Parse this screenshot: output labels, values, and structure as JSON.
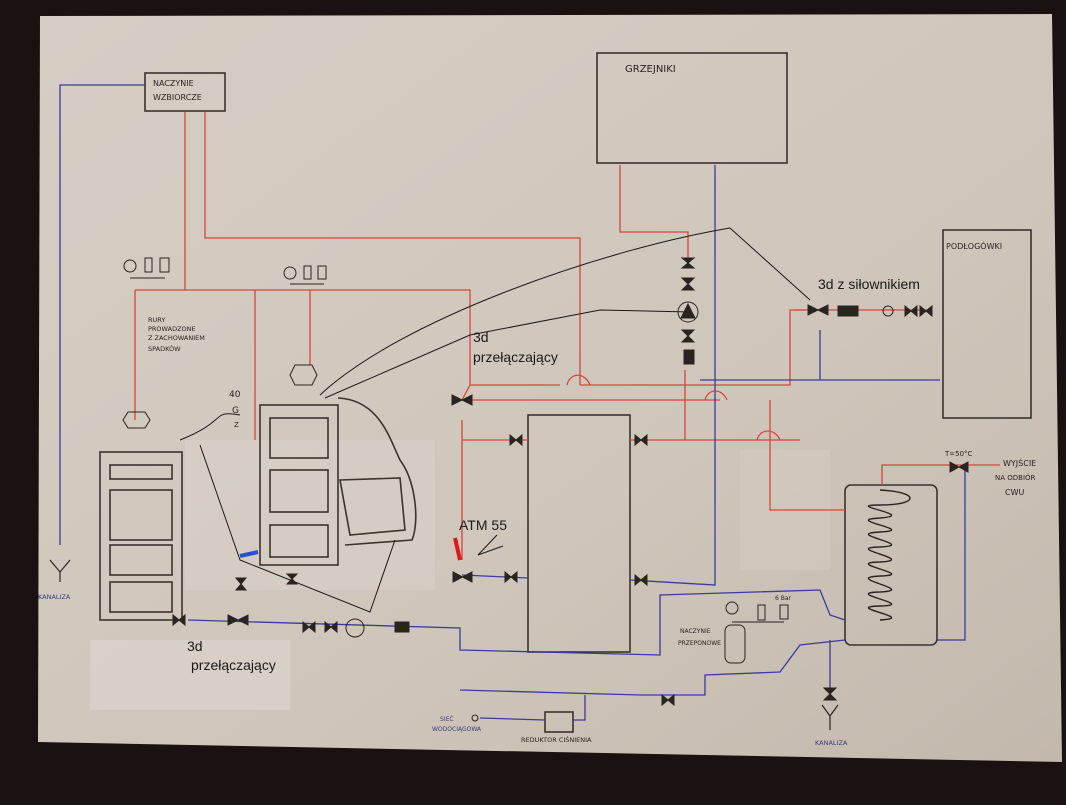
{
  "title": "Hand-drawn heating system schematic",
  "colors": {
    "background": "#1a1210",
    "paper": "#cfc6bb",
    "ink": "#2a2420",
    "hot_pipe": "#d8453a",
    "cold_pipe": "#3a3aa0",
    "marker_red": "#e01818",
    "marker_blue": "#2a4fd0"
  },
  "labels": {
    "expansion_vessel": [
      "NACZYNIE",
      "WZBIORCZE"
    ],
    "radiators": "GRZEJNIKI",
    "floor_heating": "PODŁOGÓWKI",
    "pipe_note": [
      "RURY",
      "PROWADZONE",
      "Z ZACHOWANIEM",
      "SPADKÓW"
    ],
    "boiler_note": [
      "40",
      "G",
      "Z"
    ],
    "valve_3d_actuator": "3d z siłownikiem",
    "valve_3d_switch_top": [
      "3d",
      "przełączający"
    ],
    "valve_3d_switch_bottom": [
      "3d",
      "przełączający"
    ],
    "atm_valve": "ATM 55",
    "thermostatic_setting": "T=50°C",
    "dhw_outlet": [
      "WYJŚCIE",
      "NA ODBIÓR",
      "CWU"
    ],
    "pressure_vessel": [
      "NACZYNIE",
      "PRZEPONOWE"
    ],
    "pressure_setting": "6 Bar",
    "water_supply": [
      "SIEĆ",
      "WODOCIĄGOWA"
    ],
    "pressure_reducer": "REDUKTOR CIŚNIENIA",
    "drain_left": "KANALIZA",
    "drain_right": "KANALIZA"
  }
}
